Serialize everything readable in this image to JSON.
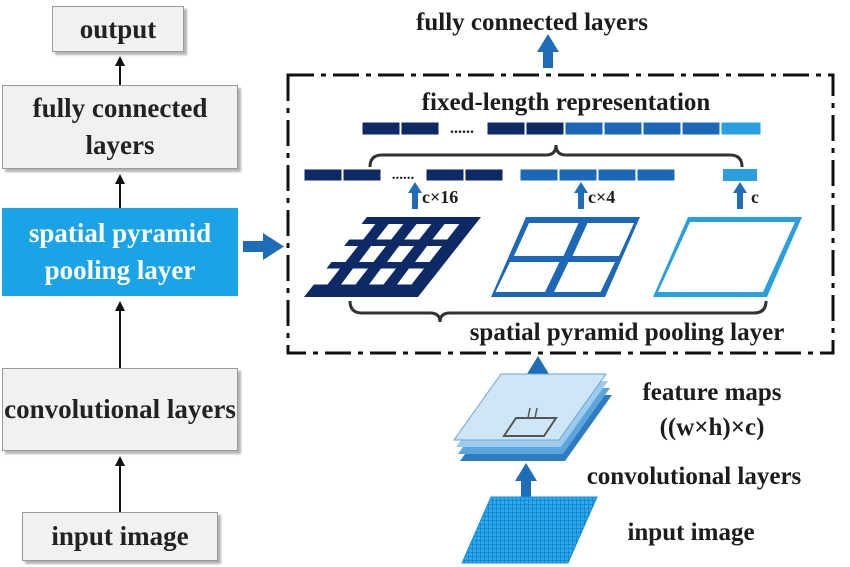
{
  "flow": {
    "output": "output",
    "fully_connected": "fully connected layers",
    "spp_layer": "spatial pyramid pooling layer",
    "convolutional": "convolutional layers",
    "input": "input image"
  },
  "detail": {
    "top_label": "fully connected layers",
    "fixed_length": "fixed-length representation",
    "dots": "......",
    "spp_label": "spatial pyramid pooling layer",
    "feature_maps_line1": "feature maps",
    "feature_maps_line2": "((w×h)×c)",
    "conv_label": "convolutional layers",
    "input_label": "input image",
    "bin_labels": [
      "c×16",
      "c×4",
      "c"
    ]
  },
  "colors": {
    "highlight": "#1aa3e6",
    "dark_navy": "#0d2a66",
    "mid_blue": "#1c67b8",
    "light_blue": "#2a9fdf",
    "arrow_blue": "#1f6db8",
    "box_fill": "#f1f1f1"
  }
}
